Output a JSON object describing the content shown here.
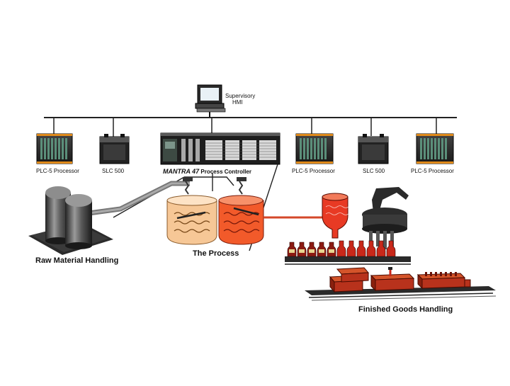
{
  "hmi": {
    "line1": "Supervisory",
    "line2": "HMI"
  },
  "devices": {
    "plc5_left": "PLC-5 Processor",
    "slc500_left": "SLC 500",
    "controller_brand": "MANTRA 47",
    "controller_rest": " Process Controller",
    "plc5_mid": "PLC-5 Processor",
    "slc500_right": "SLC 500",
    "plc5_right": "PLC-5 Processor"
  },
  "stages": {
    "raw": "Raw Material Handling",
    "process": "The Process",
    "finished": "Finished Goods Handling"
  },
  "colors": {
    "tank_left": "#f6c796",
    "tank_right": "#f25a2a",
    "flask": "#e83a24",
    "bottle": "#8b1a12",
    "crate": "#b8321c",
    "bus": "#222222"
  }
}
